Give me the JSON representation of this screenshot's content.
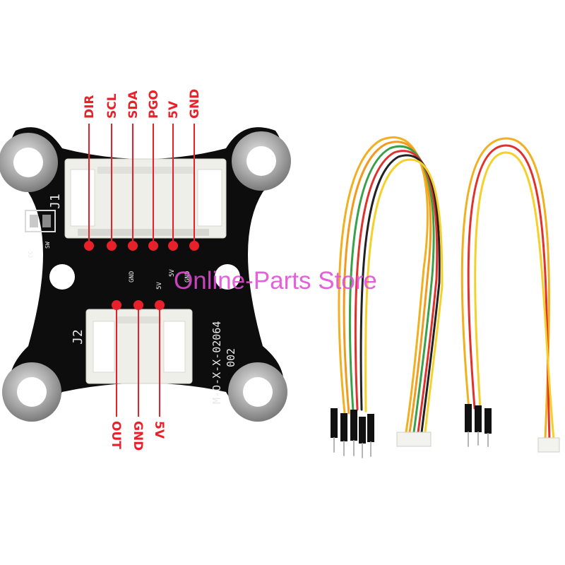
{
  "watermark": "Online-Parts Store",
  "board": {
    "j1_label": "J1",
    "j2_label": "J2",
    "part_number": "M-O-X-X-02064",
    "revision": "002",
    "silk_pins": {
      "gnd_a": "GND",
      "v5_a": "5V",
      "gnd_b": "GND",
      "v5_b": "5V",
      "cc_mark": "CC",
      "sw_mark": "SW"
    }
  },
  "top_pins": [
    "DIR",
    "SCL",
    "SDA",
    "PGO",
    "5V",
    "GND"
  ],
  "bottom_pins": [
    "OUT",
    "GND",
    "5V"
  ],
  "colors": {
    "pcb": "#0d0d0d",
    "callout_red": "#e8202a",
    "watermark": "#e24bd7"
  }
}
